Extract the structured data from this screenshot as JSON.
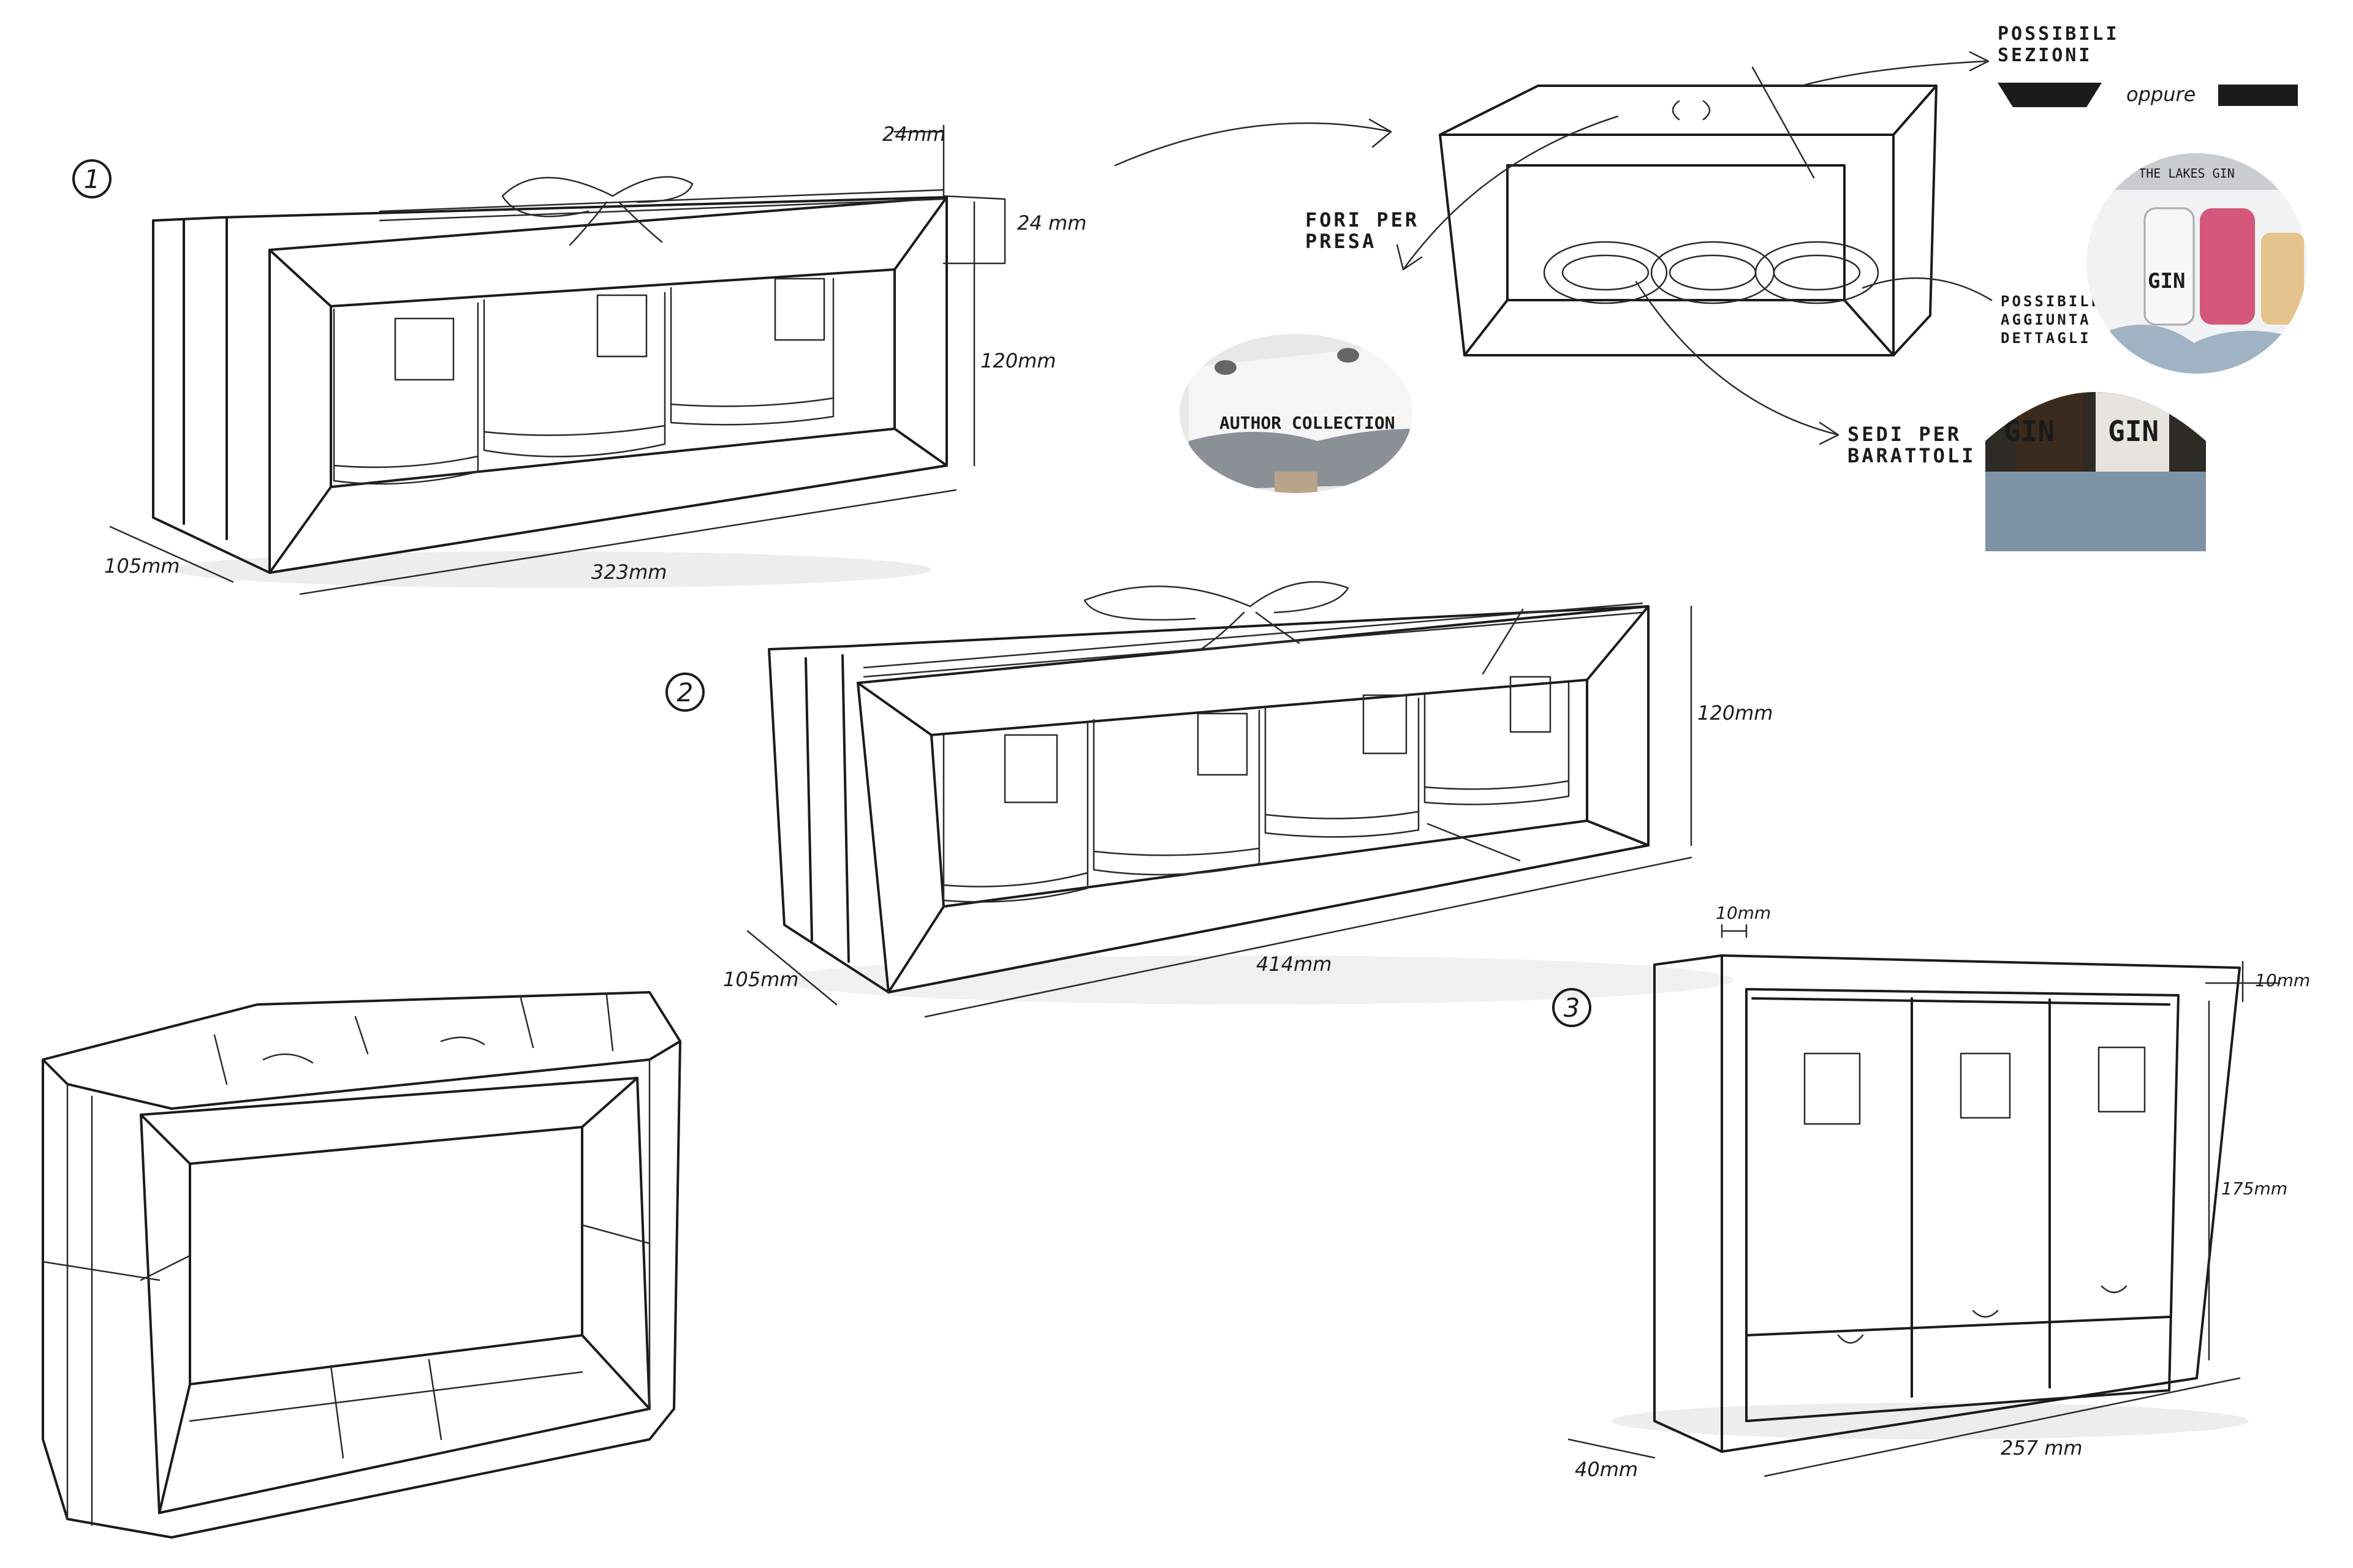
{
  "concepts": [
    {
      "number": "1",
      "dims": {
        "width": "323mm",
        "depth": "105mm",
        "height": "120mm",
        "top_band": "24mm",
        "band_offset": "24 mm"
      }
    },
    {
      "number": "2",
      "dims": {
        "width": "414mm",
        "depth": "105mm",
        "height": "120mm"
      }
    },
    {
      "number": "3",
      "dims": {
        "width": "257 mm",
        "depth": "40mm",
        "height": "175mm",
        "frame_side": "10mm",
        "frame_top": "10mm"
      }
    }
  ],
  "annotations": {
    "fori_line1": "FORI PER",
    "fori_line2": "PRESA",
    "sezioni_line1": "POSSIBILI",
    "sezioni_line2": "SEZIONI",
    "oppure": "oppure",
    "dettagli_line1": "POSSIBILE",
    "dettagli_line2": "AGGIUNTA",
    "dettagli_line3": "DETTAGLI",
    "sedi_line1": "SEDI PER",
    "sedi_line2": "BARATTOLI"
  },
  "photos": {
    "handle_photo_text": "AUTHOR COLLECTION",
    "gin_top_text": "E OF THE LAKES GIN",
    "gin_bottle_text": "GIN",
    "gin_shelf_text": "GIN"
  },
  "colors": {
    "line": "#1b1b1b",
    "paper": "#ffffff",
    "shelf_blue": "#7f93a6",
    "gin_pink": "#d4577b"
  }
}
